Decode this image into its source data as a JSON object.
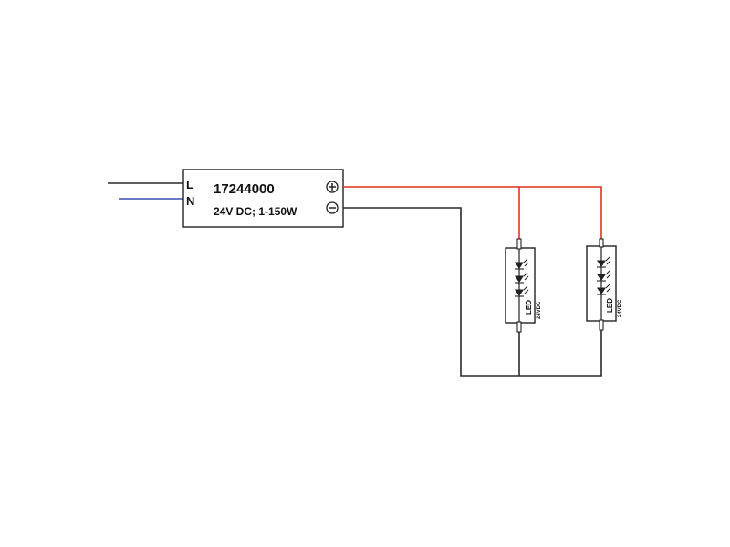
{
  "driver": {
    "model": "17244000",
    "rating": "24V DC; 1-150W",
    "input_l": "L",
    "input_n": "N",
    "output_plus_symbol": "+",
    "output_minus_symbol": "−"
  },
  "led_modules": [
    {
      "label": "LED",
      "voltage": "24VDC"
    },
    {
      "label": "LED",
      "voltage": "24VDC"
    }
  ],
  "colors": {
    "positive_wire": "#e0321e",
    "negative_wire": "#2a2a2a",
    "neutral_wire": "#3a4fb5",
    "live_wire": "#2a2a2a"
  }
}
